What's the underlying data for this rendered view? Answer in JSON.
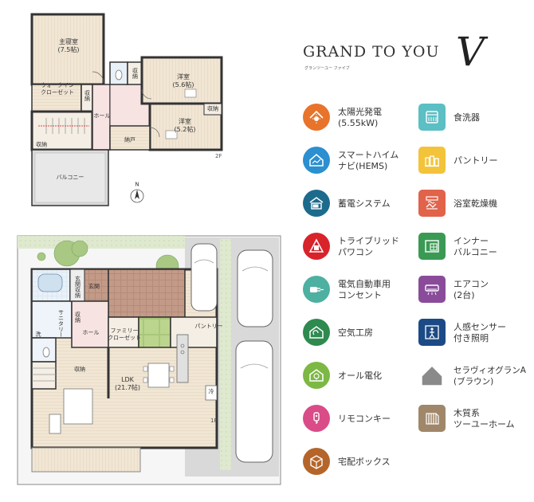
{
  "floor_plan": {
    "floor_2f": {
      "label": "2F",
      "rooms": {
        "master_bedroom": "主寝室\n(7.5帖)",
        "walk_in_closet": "ウォークイン\nクローゼット",
        "storage_a": "収納",
        "storage_b": "収納",
        "storage_c": "収納",
        "storage_d": "収納",
        "hall": "ホール",
        "western_room_1": "洋室\n(5.6帖)",
        "western_room_2": "洋室\n(5.2帖)",
        "closet_nando": "納戸",
        "balcony": "バルコニー"
      }
    },
    "floor_1f": {
      "label": "1F",
      "rooms": {
        "entrance": "玄関",
        "entrance_storage": "玄関収納",
        "sanitary": "サニタリー",
        "wash": "洗",
        "storage_a": "収納",
        "storage_b": "収納",
        "hall": "ホール",
        "family_closet": "ファミリー\nクローゼット",
        "pantry": "パントリー",
        "ldk": "LDK\n(21.7帖)",
        "fridge": "冷"
      }
    },
    "north_label": "N"
  },
  "brand": {
    "title": "GRAND TO YOU",
    "subtitle": "グランツーユー ファイブ",
    "mark": "V"
  },
  "features": [
    {
      "id": "solar",
      "label": "太陽光発電\n(5.55kW)",
      "icon": "solar-sun-icon",
      "color": "#e8732b",
      "shape": "circle"
    },
    {
      "id": "dishwasher",
      "label": "食洗器",
      "icon": "dishwasher-icon",
      "color": "#5bbfc4",
      "shape": "square"
    },
    {
      "id": "hems",
      "label": "スマートハイム\nナビ(HEMS)",
      "icon": "smart-home-icon",
      "color": "#2b8fd0",
      "shape": "circle"
    },
    {
      "id": "pantry",
      "label": "パントリー",
      "icon": "pantry-jars-icon",
      "color": "#f3c33a",
      "shape": "square"
    },
    {
      "id": "storage_battery",
      "label": "蓄電システム",
      "icon": "battery-house-icon",
      "color": "#1d6b8c",
      "shape": "circle"
    },
    {
      "id": "bath_dryer",
      "label": "浴室乾燥機",
      "icon": "bath-dryer-icon",
      "color": "#e0634a",
      "shape": "square"
    },
    {
      "id": "hybrid_ac",
      "label": "トライブリッド\nパワコン",
      "icon": "power-conditioner-icon",
      "color": "#d8232a",
      "shape": "circle"
    },
    {
      "id": "inner_balcony",
      "label": "インナー\nバルコニー",
      "icon": "inner-balcony-icon",
      "color": "#3a9a54",
      "shape": "square"
    },
    {
      "id": "ev_outlet",
      "label": "電気自動車用\nコンセント",
      "icon": "ev-plug-icon",
      "color": "#4db0a0",
      "shape": "circle"
    },
    {
      "id": "aircon",
      "label": "エアコン\n(2台)",
      "icon": "air-conditioner-icon",
      "color": "#8a4c9a",
      "shape": "square"
    },
    {
      "id": "air_studio",
      "label": "空気工房",
      "icon": "air-swirl-house-icon",
      "color": "#2e8a4f",
      "shape": "circle"
    },
    {
      "id": "motion_light",
      "label": "人感センサー\n付き照明",
      "icon": "motion-sensor-light-icon",
      "color": "#1c4a86",
      "shape": "square"
    },
    {
      "id": "all_electric",
      "label": "オール電化",
      "icon": "all-electric-bulb-icon",
      "color": "#7cb843",
      "shape": "circle"
    },
    {
      "id": "roof_tile",
      "label": "セラヴィオグランA\n(ブラウン)",
      "icon": "roof-tile-house-icon",
      "color": "#8a8a8a",
      "shape": "house"
    },
    {
      "id": "remote_key",
      "label": "リモコンキー",
      "icon": "remote-key-icon",
      "color": "#d94c88",
      "shape": "circle"
    },
    {
      "id": "wood_two_u",
      "label": "木質系\nツーユーホーム",
      "icon": "wooden-house-icon",
      "color": "#a0876a",
      "shape": "square"
    },
    {
      "id": "delivery_box",
      "label": "宅配ボックス",
      "icon": "delivery-box-icon",
      "color": "#b5652a",
      "shape": "circle"
    }
  ]
}
